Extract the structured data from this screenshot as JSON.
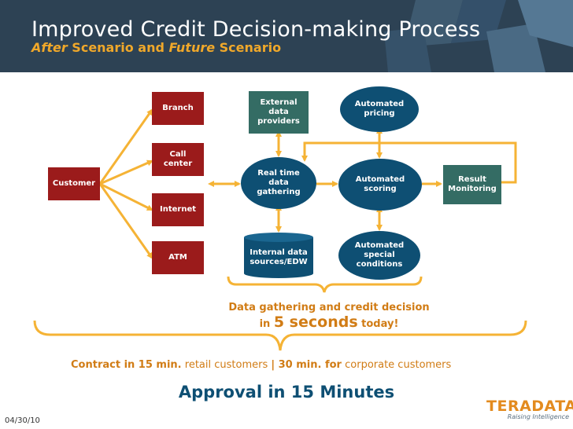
{
  "header": {
    "title": "Improved Credit Decision-making Process",
    "subtitle_italic_1": "After",
    "subtitle_text_1": " Scenario and ",
    "subtitle_italic_2": "Future",
    "subtitle_text_2": " Scenario"
  },
  "nodes": {
    "customer": "Customer",
    "branch": "Branch",
    "call_center": "Call center",
    "internet": "Internet",
    "atm": "ATM",
    "external_data": "External data providers",
    "real_time": "Real time data gathering",
    "internal_data": "Internal data sources/EDW",
    "automated_pricing": "Automated pricing",
    "automated_scoring": "Automated scoring",
    "automated_special": "Automated special conditions",
    "result_monitoring": "Result Monitoring"
  },
  "note": {
    "line1": "Data gathering and credit decision",
    "pre": "in ",
    "big": "5 seconds",
    "post": " today!"
  },
  "contract": {
    "p1_bold": "Contract in 15 min.",
    "p2": " retail customers ",
    "p3_bold": "| 30 min. for",
    "p4": " corporate customers"
  },
  "approval": "Approval in 15 Minutes",
  "footer": {
    "date": "04/30/10",
    "logo": "TERADATA.",
    "tagline": "Raising Intelligence"
  },
  "colors": {
    "header_bg": "#2d4254",
    "accent_orange": "#f0a82a",
    "box_red": "#9b1b1b",
    "box_teal": "#346c64",
    "box_navy": "#0e4f73",
    "connector": "#f5b335"
  }
}
